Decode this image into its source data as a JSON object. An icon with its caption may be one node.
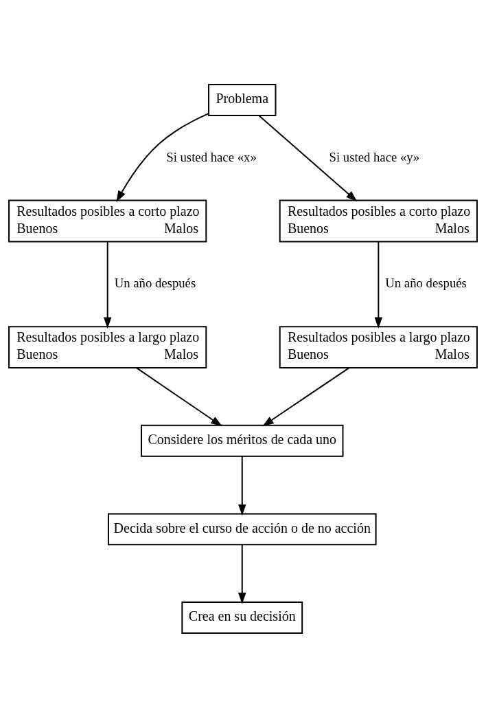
{
  "diagram": {
    "nodes": [
      {
        "text": [
          "Problema"
        ]
      },
      {
        "text": [
          "Resultados posibles a corto plazo",
          "Buenos",
          "Malos"
        ]
      },
      {
        "text": [
          "Resultados posibles a corto plazo",
          "Buenos",
          "Malos"
        ]
      },
      {
        "text": [
          "Resultados posibles a largo plazo",
          "Buenos",
          "Malos"
        ]
      },
      {
        "text": [
          "Resultados posibles a largo plazo",
          "Buenos",
          "Malos"
        ]
      },
      {
        "text": [
          "Considere los méritos de cada uno"
        ]
      },
      {
        "text": [
          "Decida sobre el curso de acción o de no acción"
        ]
      },
      {
        "text": [
          "Crea en su decisión"
        ]
      }
    ],
    "edges": [
      {
        "from": 0,
        "to": 1,
        "arrow": "to",
        "label": "Si usted hace «x»"
      },
      {
        "from": 0,
        "to": 2,
        "arrow": "to",
        "label": "Si usted hace «y»"
      },
      {
        "from": 1,
        "to": 3,
        "arrow": "to",
        "label": "Un año después"
      },
      {
        "from": 2,
        "to": 4,
        "arrow": "to",
        "label": "Un año después"
      },
      {
        "from": 3,
        "to": 5,
        "arrow": "to"
      },
      {
        "from": 4,
        "to": 5,
        "arrow": "to"
      },
      {
        "from": 5,
        "to": 6,
        "arrow": "to"
      },
      {
        "from": 6,
        "to": 7,
        "arrow": "to"
      }
    ]
  }
}
